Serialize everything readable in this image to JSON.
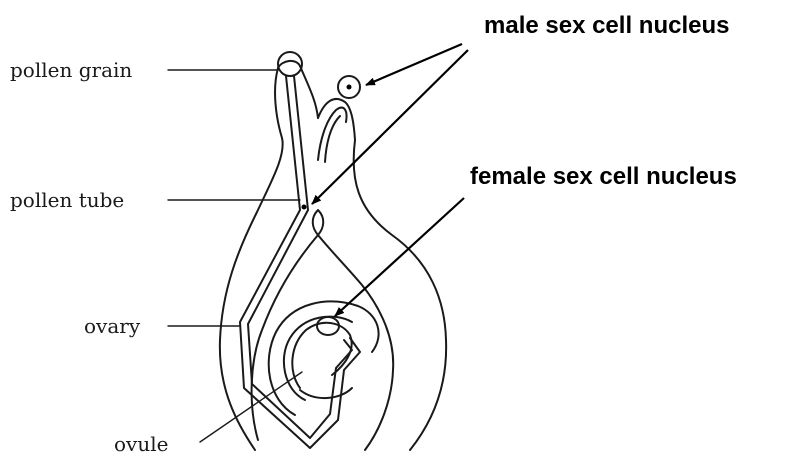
{
  "labels": {
    "pollen_grain": "pollen grain",
    "pollen_tube": "pollen tube",
    "ovary": "ovary",
    "ovule": "ovule",
    "male_nucleus": "male sex cell nucleus",
    "female_nucleus": "female sex cell nucleus"
  },
  "colors": {
    "ink": "#1a1a1a",
    "bold_text": "#000000",
    "background": "#ffffff"
  }
}
